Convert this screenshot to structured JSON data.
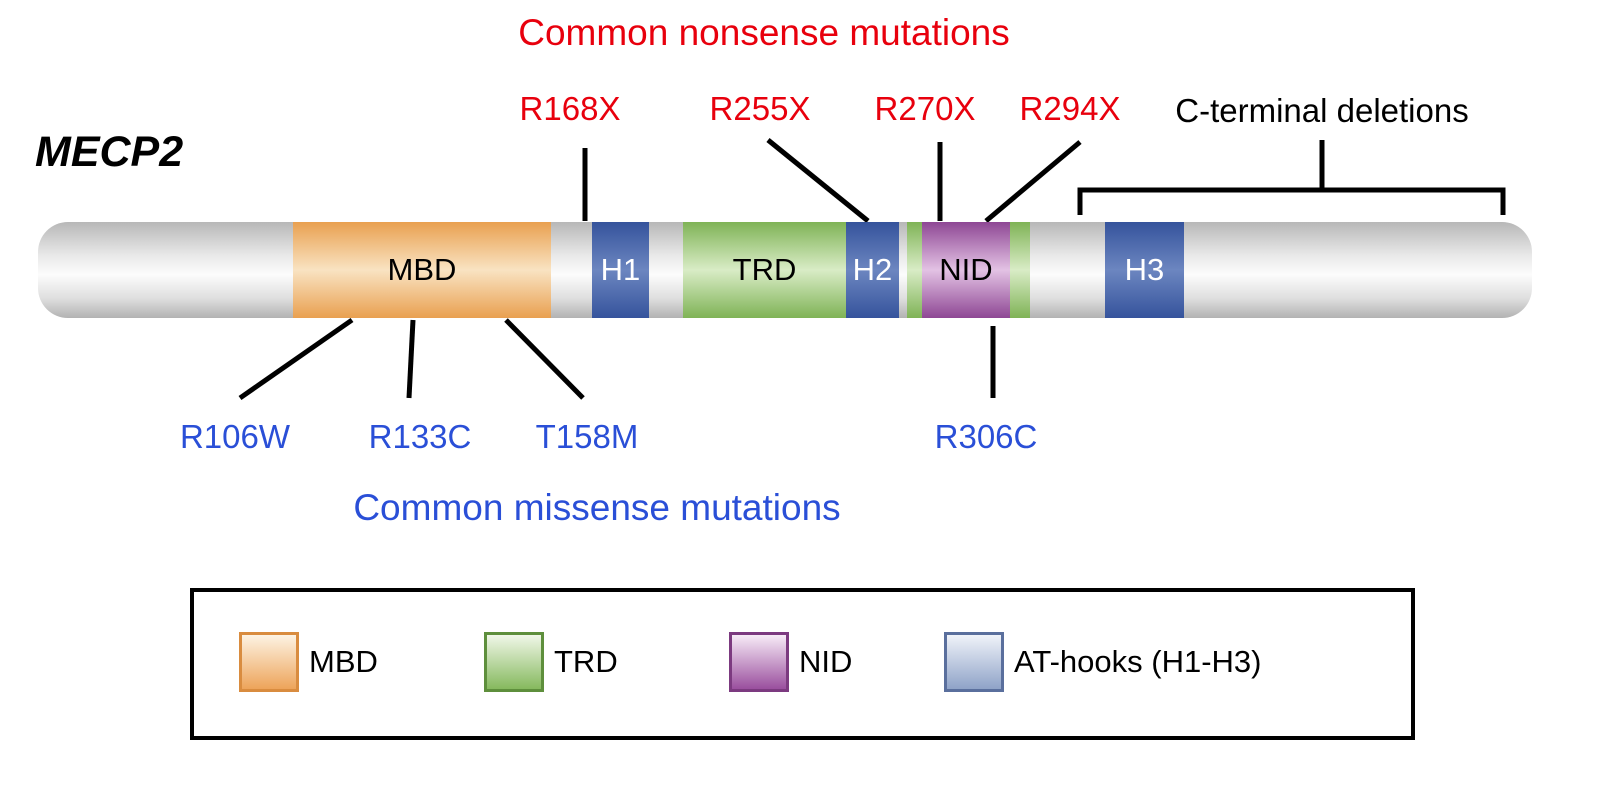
{
  "titles": {
    "gene": "MECP2",
    "nonsense": "Common nonsense mutations",
    "missense": "Common missense mutations",
    "c_terminal": "C-terminal deletions"
  },
  "nonsense_mutations": [
    "R168X",
    "R255X",
    "R270X",
    "R294X"
  ],
  "missense_mutations": [
    "R106W",
    "R133C",
    "T158M",
    "R306C"
  ],
  "domains": {
    "mbd": "MBD",
    "h1": "H1",
    "trd": "TRD",
    "h2": "H2",
    "nid": "NID",
    "h3": "H3"
  },
  "legend": {
    "items": [
      {
        "label": "MBD",
        "color": "#eda45a"
      },
      {
        "label": "TRD",
        "color": "#86b95e"
      },
      {
        "label": "NID",
        "color": "#9a4f9e"
      },
      {
        "label": "AT-hooks (H1-H3)",
        "color": "#8fa3c8"
      }
    ]
  },
  "colors": {
    "nonsense_text": "#e8000d",
    "missense_text": "#2a4fd7",
    "mbd_domain": "#e9a050",
    "trd_domain": "#7fb356",
    "nid_domain": "#8e4794",
    "at_hook_domain": "#35539c",
    "bar_gray": "#d6d6d6"
  }
}
